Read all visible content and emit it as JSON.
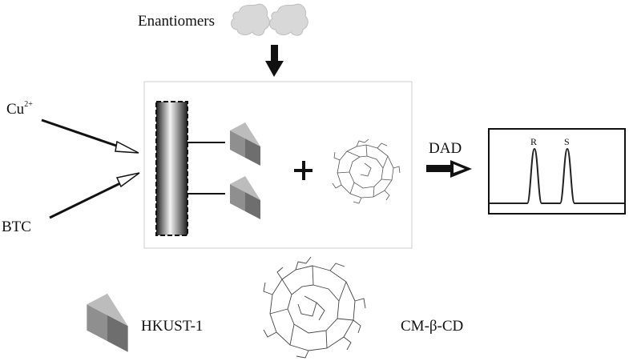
{
  "labels": {
    "enantiomers": "Enantiomers",
    "cu": "Cu",
    "cu_charge": "2+",
    "btc": "BTC",
    "dad": "DAD",
    "hkust": "HKUST-1",
    "cmcd": "CM-β-CD"
  },
  "peaks": {
    "r": "R",
    "s": "S"
  }
}
